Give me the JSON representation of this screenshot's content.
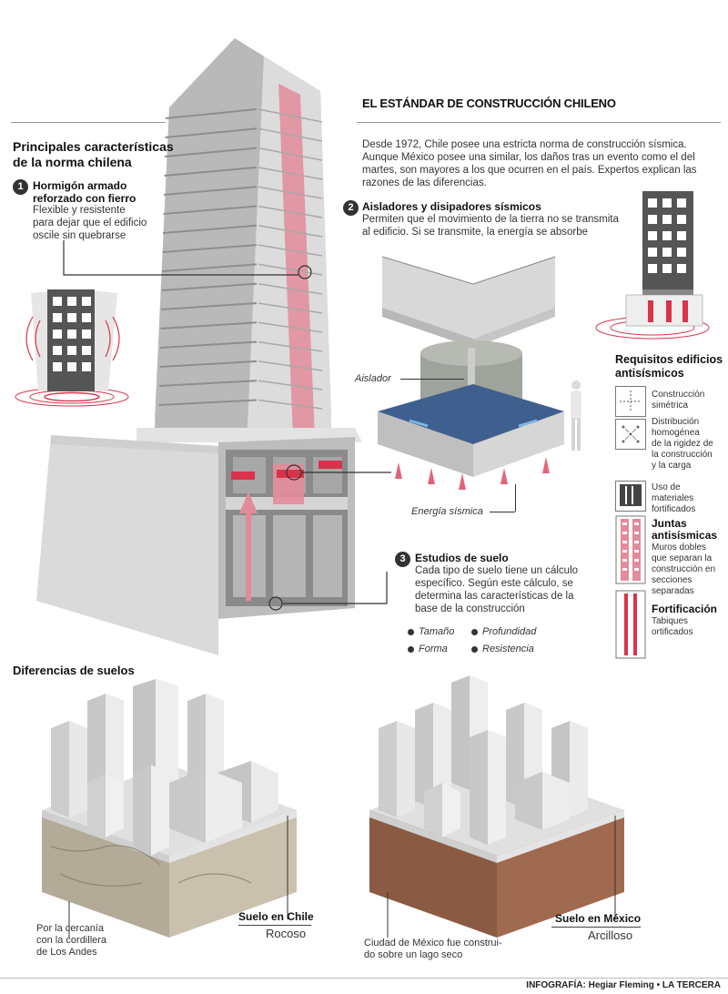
{
  "header": {
    "title": "EL ESTÁNDAR DE CONSTRUCCIÓN CHILENO"
  },
  "intro": "Desde 1972, Chile posee una estricta norma de construcción sísmica. Aunque México posee una similar, los daños tras un evento como el del martes, son mayores a los que ocurren en el país. Expertos explican las razones de las diferencias.",
  "left_section": {
    "title_line1": "Principales características",
    "title_line2": "de la norma chilena"
  },
  "items": [
    {
      "number": "1",
      "title_line1": "Hormigón armado",
      "title_line2": "reforzado con fierro",
      "text_line1": "Flexible y resistente",
      "text_line2": "para dejar que el edificio",
      "text_line3": "oscile sin quebrarse"
    },
    {
      "number": "2",
      "title": "Aisladores y disipadores sísmicos",
      "text_line1": "Permiten que el movimiento de la tierra no se transmita",
      "text_line2": "al edificio. Si se transmite, la energía se absorbe"
    },
    {
      "number": "3",
      "title": "Estudios de suelo",
      "text_line1": "Cada tipo de suelo tiene un cálculo",
      "text_line2": "específico. Según este cálculo, se",
      "text_line3": "determina las características de la",
      "text_line4": "base de la construcción"
    }
  ],
  "soil_factors": [
    "Tamaño",
    "Profundidad",
    "Forma",
    "Resistencia"
  ],
  "labels": {
    "aislador": "Aislador",
    "energia": "Energía sísmica"
  },
  "requirements": {
    "title_line1": "Requisitos edificios",
    "title_line2": "antisísmicos",
    "list": [
      {
        "icon": "symmetry-icon",
        "lines": [
          "Construcción",
          "simétrica"
        ]
      },
      {
        "icon": "distribution-icon",
        "lines": [
          "Distribución",
          "homogénea",
          "de la rigidez de",
          "la construcción",
          "y la carga"
        ]
      },
      {
        "icon": "materials-icon",
        "lines": [
          "Uso de",
          "materiales",
          "fortificados"
        ]
      },
      {
        "icon": "joints-icon",
        "title_lines": [
          "Juntas",
          "antisísmicas"
        ],
        "lines": [
          "Muros dobles",
          "que separan la",
          "construcción en",
          "secciones",
          "separadas"
        ]
      },
      {
        "icon": "fortification-icon",
        "title_lines": [
          "Fortificación"
        ],
        "lines": [
          "Tabiques",
          "ortificados"
        ]
      }
    ]
  },
  "soils": {
    "title": "Diferencias de suelos",
    "chile": {
      "name": "Suelo en Chile",
      "type": "Rocoso",
      "note_line1": "Por la cercanía",
      "note_line2": "con la cordillera",
      "note_line3": "de Los Andes",
      "soil_color": "#b3ab97"
    },
    "mexico": {
      "name": "Suelo en México",
      "type": "Arcilloso",
      "note_line1": "Ciudad de México fue construi-",
      "note_line2": "do sobre un lago seco",
      "soil_color": "#8a5a43"
    }
  },
  "credit": {
    "infografia": "INFOGRAFÍA: Hegiar Fleming",
    "source": "LA TERCERA"
  },
  "colors": {
    "accent": "#d9485f",
    "concrete": "#cfcfcf",
    "dark": "#333333",
    "isolator_base": "#3f5f8f"
  }
}
